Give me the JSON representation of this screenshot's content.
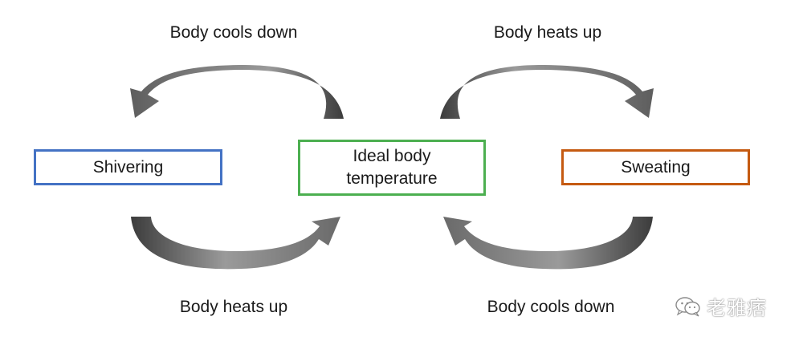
{
  "nodes": {
    "shivering": {
      "label": "Shivering",
      "color": "#4472C4"
    },
    "ideal": {
      "label": "Ideal body temperature",
      "color": "#4CAF50"
    },
    "sweating": {
      "label": "Sweating",
      "color": "#C55A11"
    }
  },
  "edges": {
    "top_left": {
      "label": "Body cools down",
      "from": "ideal",
      "to": "shivering"
    },
    "top_right": {
      "label": "Body heats up",
      "from": "ideal",
      "to": "sweating"
    },
    "bottom_left": {
      "label": "Body heats up",
      "from": "shivering",
      "to": "ideal"
    },
    "bottom_right": {
      "label": "Body cools down",
      "from": "sweating",
      "to": "ideal"
    }
  },
  "arrow_color": "#7a7a7a",
  "watermark": {
    "icon": "wechat-icon",
    "text": "老雅痞"
  }
}
